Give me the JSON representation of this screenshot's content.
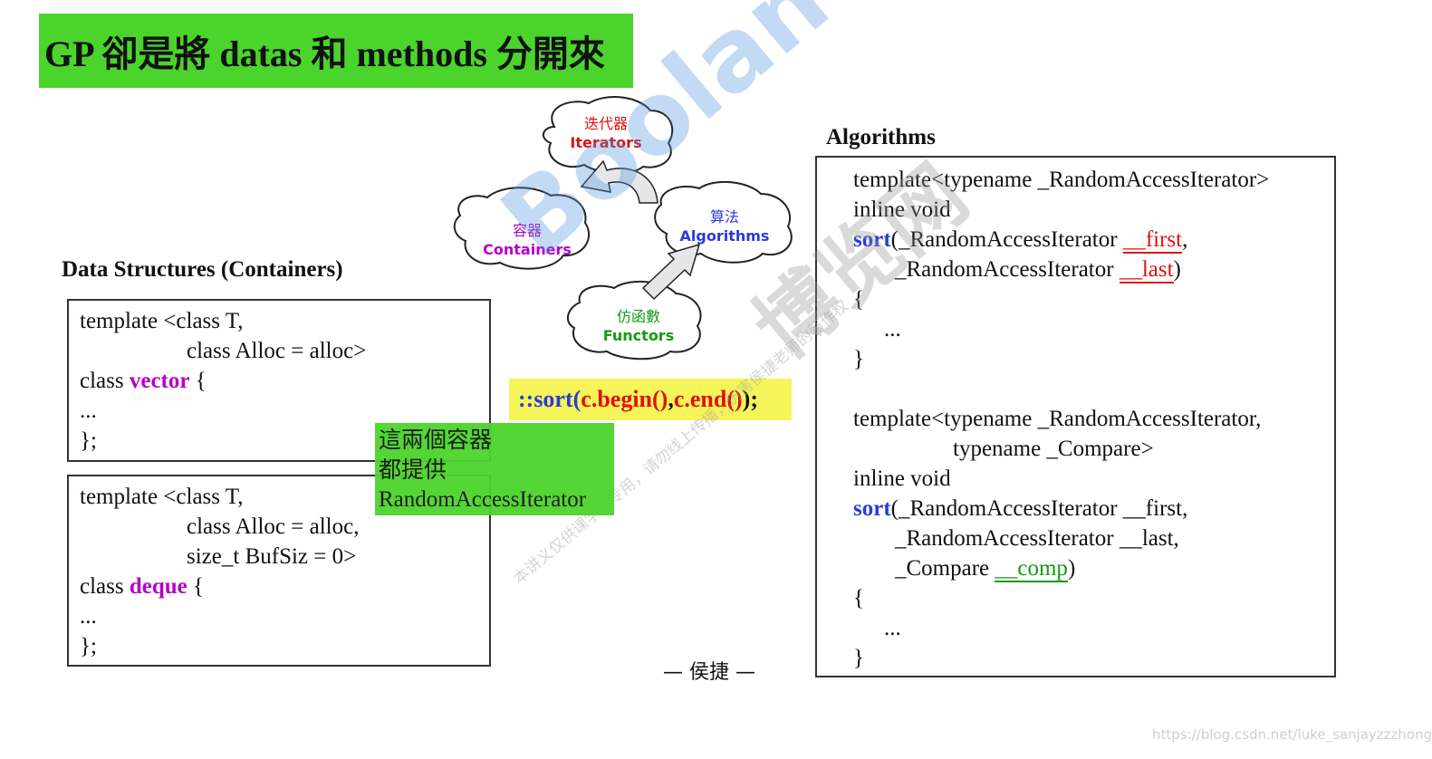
{
  "title": "GP 卻是將 datas 和 methods 分開來",
  "data_structures_label": "Data Structures (Containers)",
  "algorithms_label": "Algorithms",
  "vector_box": {
    "l1": "template <class T,",
    "l2": "class Alloc = alloc>",
    "l3_pre": "class ",
    "l3_kw": "vector",
    "l3_post": " {",
    "l4": "...",
    "l5": "};"
  },
  "deque_box": {
    "l1": "template <class T,",
    "l2": "class Alloc = alloc,",
    "l3": "size_t BufSiz = 0>",
    "l4_pre": "class ",
    "l4_kw": "deque",
    "l4_post": " {",
    "l5": "...",
    "l6": "};"
  },
  "note": {
    "l1": "這兩個容器",
    "l2": "都提供",
    "l3": "RandomAccessIterator"
  },
  "sort_call": {
    "prefix": "::sort(",
    "arg1": "c.begin()",
    "sep": ", ",
    "arg2": "c.end()",
    "suffix": ");"
  },
  "clouds": {
    "iterators_zh": "迭代器",
    "iterators_en": "Iterators",
    "containers_zh": "容器",
    "containers_en": "Containers",
    "algorithms_zh": "算法",
    "algorithms_en": "Algorithms",
    "functors_zh": "仿函數",
    "functors_en": "Functors"
  },
  "algo_box": {
    "a1": "template<typename _RandomAccessIterator>",
    "a2": "inline void",
    "a3_kw": "sort",
    "a3_rest": "(_RandomAccessIterator ",
    "a3_arg": "__first",
    "a3_end": ",",
    "a4_rest": "_RandomAccessIterator ",
    "a4_arg": "__last",
    "a4_end": ")",
    "a5": "{",
    "a6": "...",
    "a7": "}",
    "b1": "template<typename _RandomAccessIterator,",
    "b2": "typename _Compare>",
    "b3": "inline void",
    "b4_kw": "sort",
    "b4_rest": "(_RandomAccessIterator __first,",
    "b5": "_RandomAccessIterator __last,",
    "b6_rest": "_Compare ",
    "b6_arg": "__comp",
    "b6_end": ")",
    "b7": "{",
    "b8": "...",
    "b9": "}"
  },
  "author": "— 侯捷 —",
  "footer_url": "https://blog.csdn.net/luke_sanjayzzzhong",
  "watermark": {
    "brand": "Boolan",
    "cn": "博览网",
    "notice": "本讲义仅供课学员专用，请勿线上传播，仿害侯捷老师的著作权"
  },
  "colors": {
    "banner_green": "#4bd42c",
    "highlight_yellow": "#f5f55a",
    "keyword_purple": "#b400c8",
    "keyword_blue": "#2a3bd6",
    "arg_red": "#e01010",
    "arg_green": "#149a14"
  }
}
